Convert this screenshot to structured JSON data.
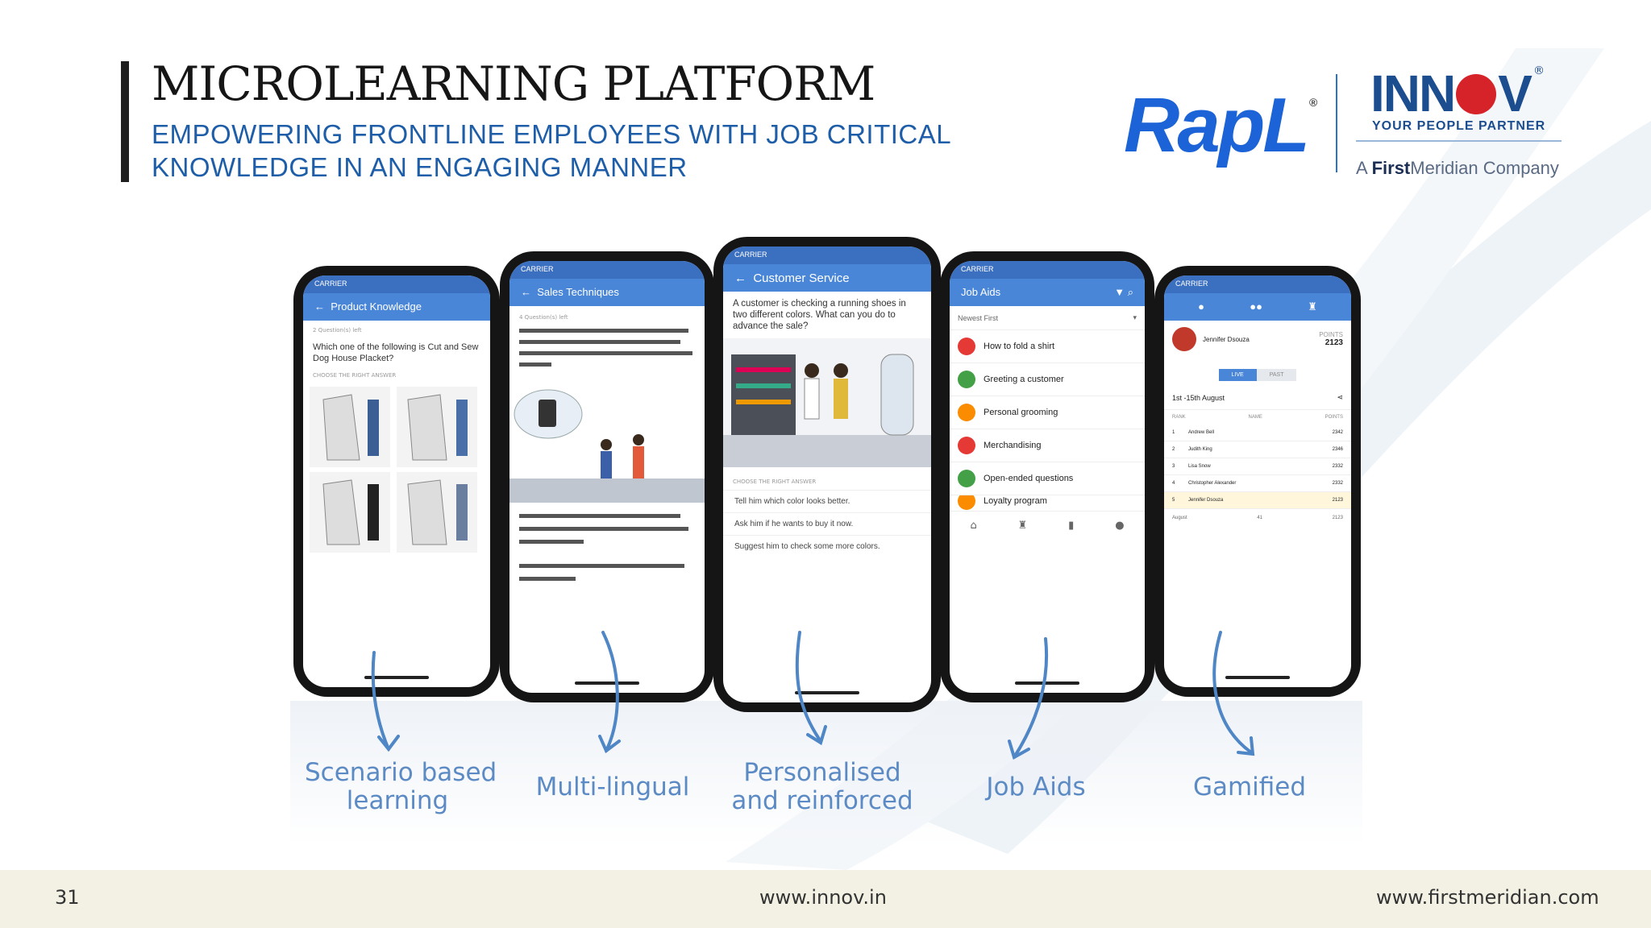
{
  "header": {
    "title": "MICROLEARNING PLATFORM",
    "subtitle_line1": "EMPOWERING FRONTLINE EMPLOYEES WITH JOB CRITICAL",
    "subtitle_line2": "KNOWLEDGE IN AN ENGAGING MANNER"
  },
  "logos": {
    "rapl": "RapL",
    "rapl_reg": "®",
    "innov_left": "INN",
    "innov_right": "V",
    "innov_reg": "®",
    "tagline": "YOUR PEOPLE PARTNER",
    "company_prefix": "A ",
    "company_first": "First",
    "company_rest": "Meridian Company"
  },
  "phones": [
    {
      "carrier": "CARRIER",
      "title": "Product Knowledge",
      "meta": "2 Question(s) left",
      "question": "Which one of the following is Cut and Sew Dog House Placket?",
      "instruction": "CHOOSE THE RIGHT ANSWER"
    },
    {
      "carrier": "CARRIER",
      "title": "Sales Techniques",
      "meta": "4 Question(s) left"
    },
    {
      "carrier": "CARRIER",
      "title": "Customer Service",
      "question": "A customer is checking a running shoes in two different colors. What can you do to advance the sale?",
      "instruction": "CHOOSE THE RIGHT ANSWER",
      "options": [
        "Tell him which color looks better.",
        "Ask him if he wants to buy it now.",
        "Suggest him to check some more colors."
      ]
    },
    {
      "carrier": "CARRIER",
      "title": "Job Aids",
      "filter": "Newest First",
      "items": [
        {
          "label": "How to fold a shirt",
          "color": "#e53935"
        },
        {
          "label": "Greeting a customer",
          "color": "#43a047"
        },
        {
          "label": "Personal grooming",
          "color": "#fb8c00"
        },
        {
          "label": "Merchandising",
          "color": "#e53935"
        },
        {
          "label": "Open-ended questions",
          "color": "#43a047"
        },
        {
          "label": "Loyalty program",
          "color": "#fb8c00"
        }
      ]
    },
    {
      "carrier": "CARRIER",
      "user": "Jennifer Dsouza",
      "points_label": "POINTS",
      "points": "2123",
      "tab_live": "LIVE",
      "tab_past": "PAST",
      "period": "1st -15th August",
      "col_rank": "RANK",
      "col_name": "NAME",
      "col_points": "POINTS",
      "rows": [
        {
          "rank": "1",
          "name": "Andrew Bell",
          "points": "2342"
        },
        {
          "rank": "2",
          "name": "Judith King",
          "points": "2346"
        },
        {
          "rank": "3",
          "name": "Lisa Snow",
          "points": "2332"
        },
        {
          "rank": "4",
          "name": "Christopher Alexander",
          "points": "2332"
        },
        {
          "rank": "5",
          "name": "Jennifer Dsouza",
          "points": "2123"
        }
      ],
      "foot_month": "August",
      "foot_rank": "41",
      "foot_points": "2123"
    }
  ],
  "features": {
    "f1_line1": "Scenario based",
    "f1_line2": "learning",
    "f2": "Multi-lingual",
    "f3_line1": "Personalised",
    "f3_line2": "and reinforced",
    "f4": "Job Aids",
    "f5": "Gamified"
  },
  "footer": {
    "page": "31",
    "center_url": "www.innov.in",
    "right_url": "www.firstmeridian.com"
  },
  "colors": {
    "title_blue": "#1e5ea8",
    "brand_blue": "#1b63d6",
    "innov_red": "#d6232a",
    "label_blue": "#5b8ac4",
    "footer_bg": "#f2f1e4"
  }
}
